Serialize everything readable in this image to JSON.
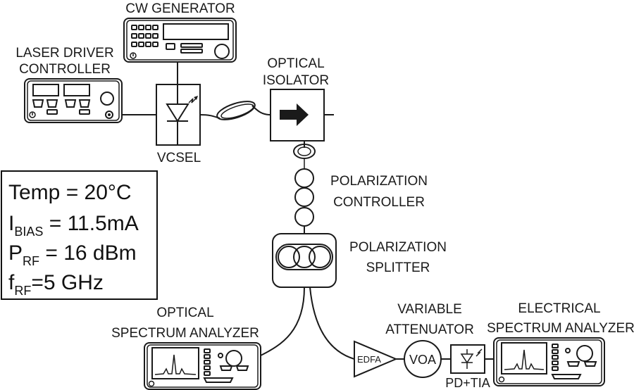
{
  "labels": {
    "cw_generator": "CW GENERATOR",
    "laser_driver_1": "LASER DRIVER",
    "laser_driver_2": "CONTROLLER",
    "vcsel": "VCSEL",
    "isolator_1": "OPTICAL",
    "isolator_2": "ISOLATOR",
    "pol_controller_1": "POLARIZATION",
    "pol_controller_2": "CONTROLLER",
    "pol_splitter_1": "POLARIZATION",
    "pol_splitter_2": "SPLITTER",
    "osa_1": "OPTICAL",
    "osa_2": "SPECTRUM ANALYZER",
    "var_att_1": "VARIABLE",
    "var_att_2": "ATTENUATOR",
    "esa_1": "ELECTRICAL",
    "esa_2": "SPECTRUM ANALYZER",
    "edfa": "EDFA",
    "voa": "VOA",
    "pd_tia": "PD+TIA"
  },
  "params": {
    "temp": "Temp = 20°C",
    "ibias_main": "I",
    "ibias_sub": "BIAS",
    "ibias_val": " = 11.5mA",
    "prf_main": "P",
    "prf_sub": "RF",
    "prf_val": " = 16 dBm",
    "frf_main": "f",
    "frf_sub": "RF",
    "frf_val": "=5 GHz"
  },
  "icons": {
    "isolator_arrow": "right-arrow-icon",
    "power_button": "power-icon"
  }
}
